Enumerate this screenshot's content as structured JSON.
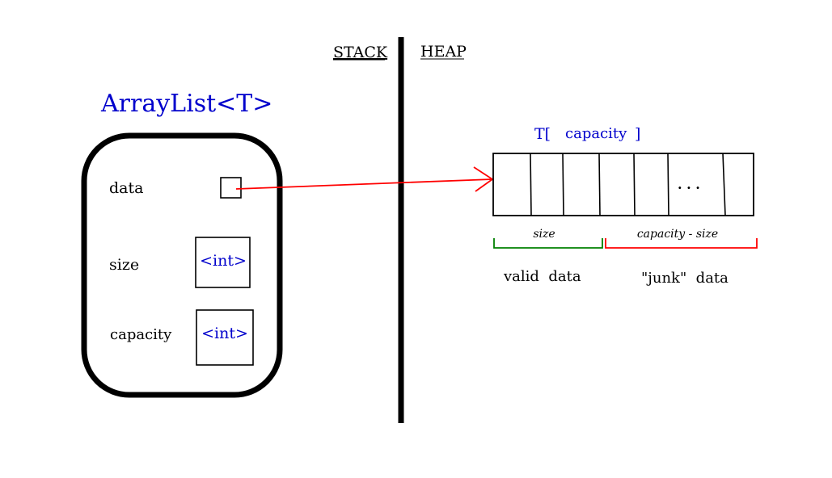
{
  "regions": {
    "stack_label": "STACK",
    "heap_label": "HEAP"
  },
  "struct": {
    "title": "ArrayList<T>",
    "fields": {
      "data": {
        "label": "data"
      },
      "size": {
        "label": "size",
        "type": "<int>"
      },
      "capacity": {
        "label": "capacity",
        "type": "<int>"
      }
    }
  },
  "heap_array": {
    "type_open": "T[",
    "capacity_word": "capacity",
    "type_close": "]",
    "ellipsis": ". . .",
    "brace_size_label": "size",
    "brace_rest_label": "capacity - size",
    "valid_caption": "valid  data",
    "junk_caption": "\"junk\"  data"
  },
  "colors": {
    "title_text": "#0000cc",
    "type_text": "#0000cc",
    "pointer_arrow": "#ff0000",
    "valid_brace": "#008000",
    "junk_brace": "#ff0000",
    "outline": "#000000"
  }
}
